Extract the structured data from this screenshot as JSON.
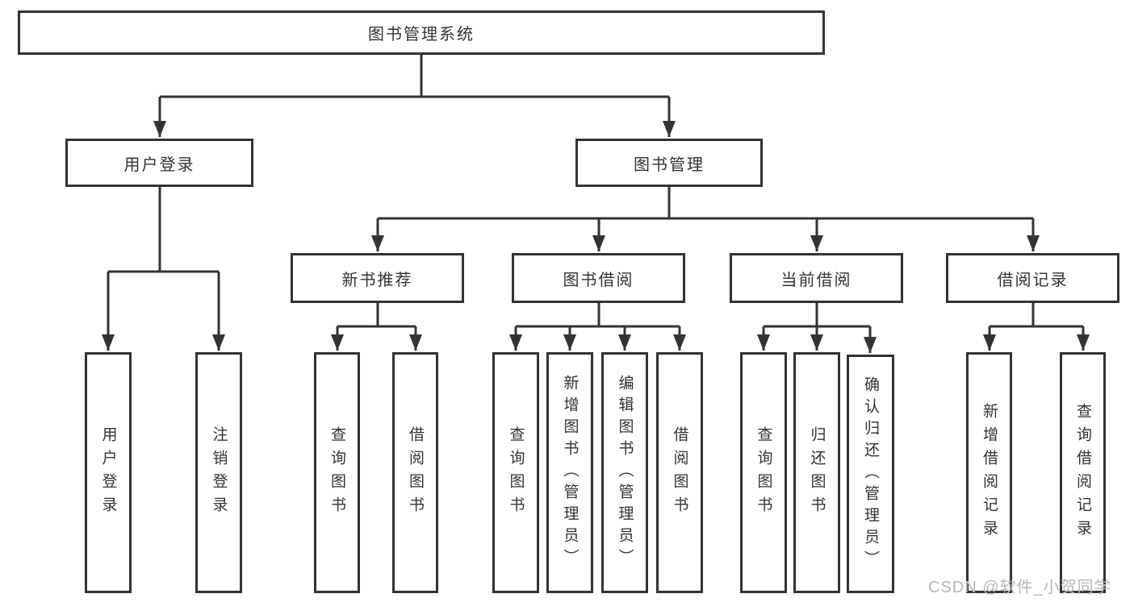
{
  "tree": {
    "root": {
      "label": "图书管理系统"
    },
    "branches": [
      {
        "label": "用户登录",
        "children": [
          "用户登录",
          "注销登录"
        ]
      },
      {
        "label": "图书管理",
        "sections": [
          {
            "label": "新书推荐",
            "children": [
              "查询图书",
              "借阅图书"
            ]
          },
          {
            "label": "图书借阅",
            "children": [
              "查询图书",
              "新增图书（管理员）",
              "编辑图书（管理员）",
              "借阅图书"
            ]
          },
          {
            "label": "当前借阅",
            "children": [
              "查询图书",
              "归还图书",
              "确认归还（管理员）"
            ]
          },
          {
            "label": "借阅记录",
            "children": [
              "新增借阅记录",
              "查询借阅记录"
            ]
          }
        ]
      }
    ]
  },
  "watermark": "CSDN @软件_小贺同学",
  "colors": {
    "line": "#333333",
    "box_border": "#333333",
    "text": "#333333",
    "background": "#ffffff",
    "watermark": "#b8b8b8"
  }
}
